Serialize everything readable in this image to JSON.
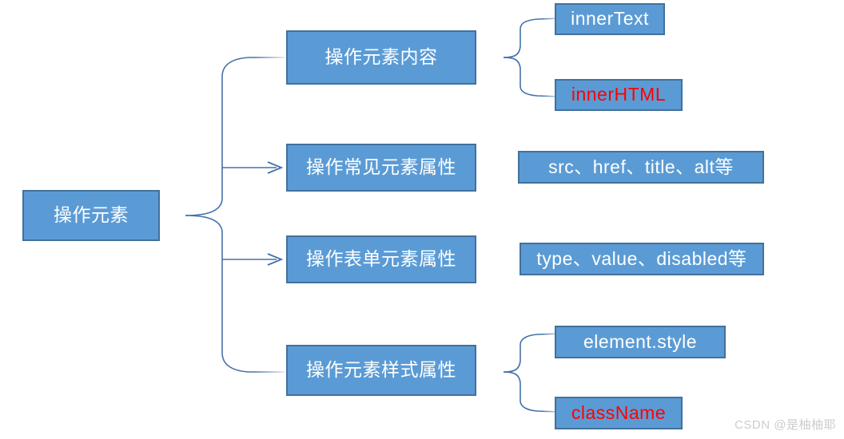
{
  "diagram": {
    "type": "tree-mindmap",
    "title_node": {
      "label": "操作元素"
    },
    "branches": [
      {
        "id": "content",
        "label": "操作元素内容",
        "connector": "brace",
        "children": [
          {
            "label": "innerText",
            "text_color": "#FFFFFF"
          },
          {
            "label": "innerHTML",
            "text_color": "#FF0000"
          }
        ]
      },
      {
        "id": "common-attrs",
        "label": "操作常见元素属性",
        "connector": "arrow",
        "children": [
          {
            "label": "src、href、title、alt等",
            "text_color": "#FFFFFF"
          }
        ]
      },
      {
        "id": "form-attrs",
        "label": "操作表单元素属性",
        "connector": "arrow",
        "children": [
          {
            "label": "type、value、disabled等",
            "text_color": "#FFFFFF"
          }
        ]
      },
      {
        "id": "style-attrs",
        "label": "操作元素样式属性",
        "connector": "brace",
        "children": [
          {
            "label": "element.style",
            "text_color": "#FFFFFF"
          },
          {
            "label": "className",
            "text_color": "#FF0000"
          }
        ]
      }
    ]
  },
  "colors": {
    "node_fill": "#5B9BD5",
    "node_border": "#41719C",
    "node_text": "#FFFFFF",
    "highlight_text": "#FF0000",
    "connector": "#4472A8",
    "background": "#FFFFFF",
    "watermark": "#CCCCCC"
  },
  "watermark": {
    "text": "CSDN @是柚柚耶"
  }
}
